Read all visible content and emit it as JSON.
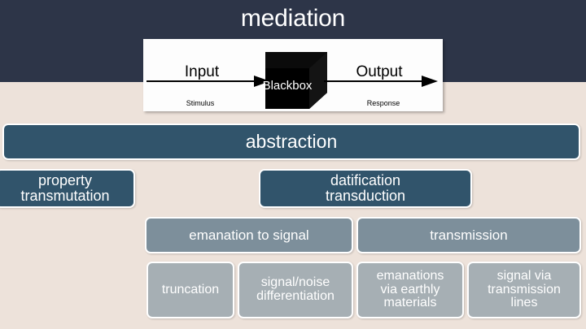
{
  "slide": {
    "title": "mediation",
    "background_color": "#EDE2DA",
    "header_color": "#2D3548",
    "title_color": "#FFFFFF"
  },
  "figure": {
    "name": "blackbox-diagram",
    "background_color": "#FDFDFD",
    "box_label": "Blackbox",
    "input_label": "Input",
    "output_label": "Output",
    "stimulus_label": "Stimulus",
    "response_label": "Response",
    "box_color": "#000000"
  },
  "hierarchy": {
    "levels": [
      {
        "level": 1,
        "color": "#31546B",
        "nodes": [
          {
            "id": "abstraction",
            "label": "abstraction"
          }
        ]
      },
      {
        "level": 2,
        "color": "#31546B",
        "nodes": [
          {
            "id": "property-transmutation",
            "label": "property\ntransmutation"
          },
          {
            "id": "datification-transduction",
            "label": "datification\ntransduction"
          }
        ]
      },
      {
        "level": 3,
        "color": "#7D8F9B",
        "nodes": [
          {
            "id": "emanation-to-signal",
            "label": "emanation to signal"
          },
          {
            "id": "transmission",
            "label": "transmission"
          }
        ]
      },
      {
        "level": 4,
        "color": "#A6AFB4",
        "nodes": [
          {
            "id": "truncation",
            "label": "truncation"
          },
          {
            "id": "signal-noise-differentiation",
            "label": "signal/noise\ndifferentiation"
          },
          {
            "id": "emanations-via-earthly-materials",
            "label": "emanations\nvia earthly\nmaterials"
          },
          {
            "id": "signal-via-transmission-lines",
            "label": "signal via\ntransmission\nlines"
          }
        ]
      }
    ]
  }
}
